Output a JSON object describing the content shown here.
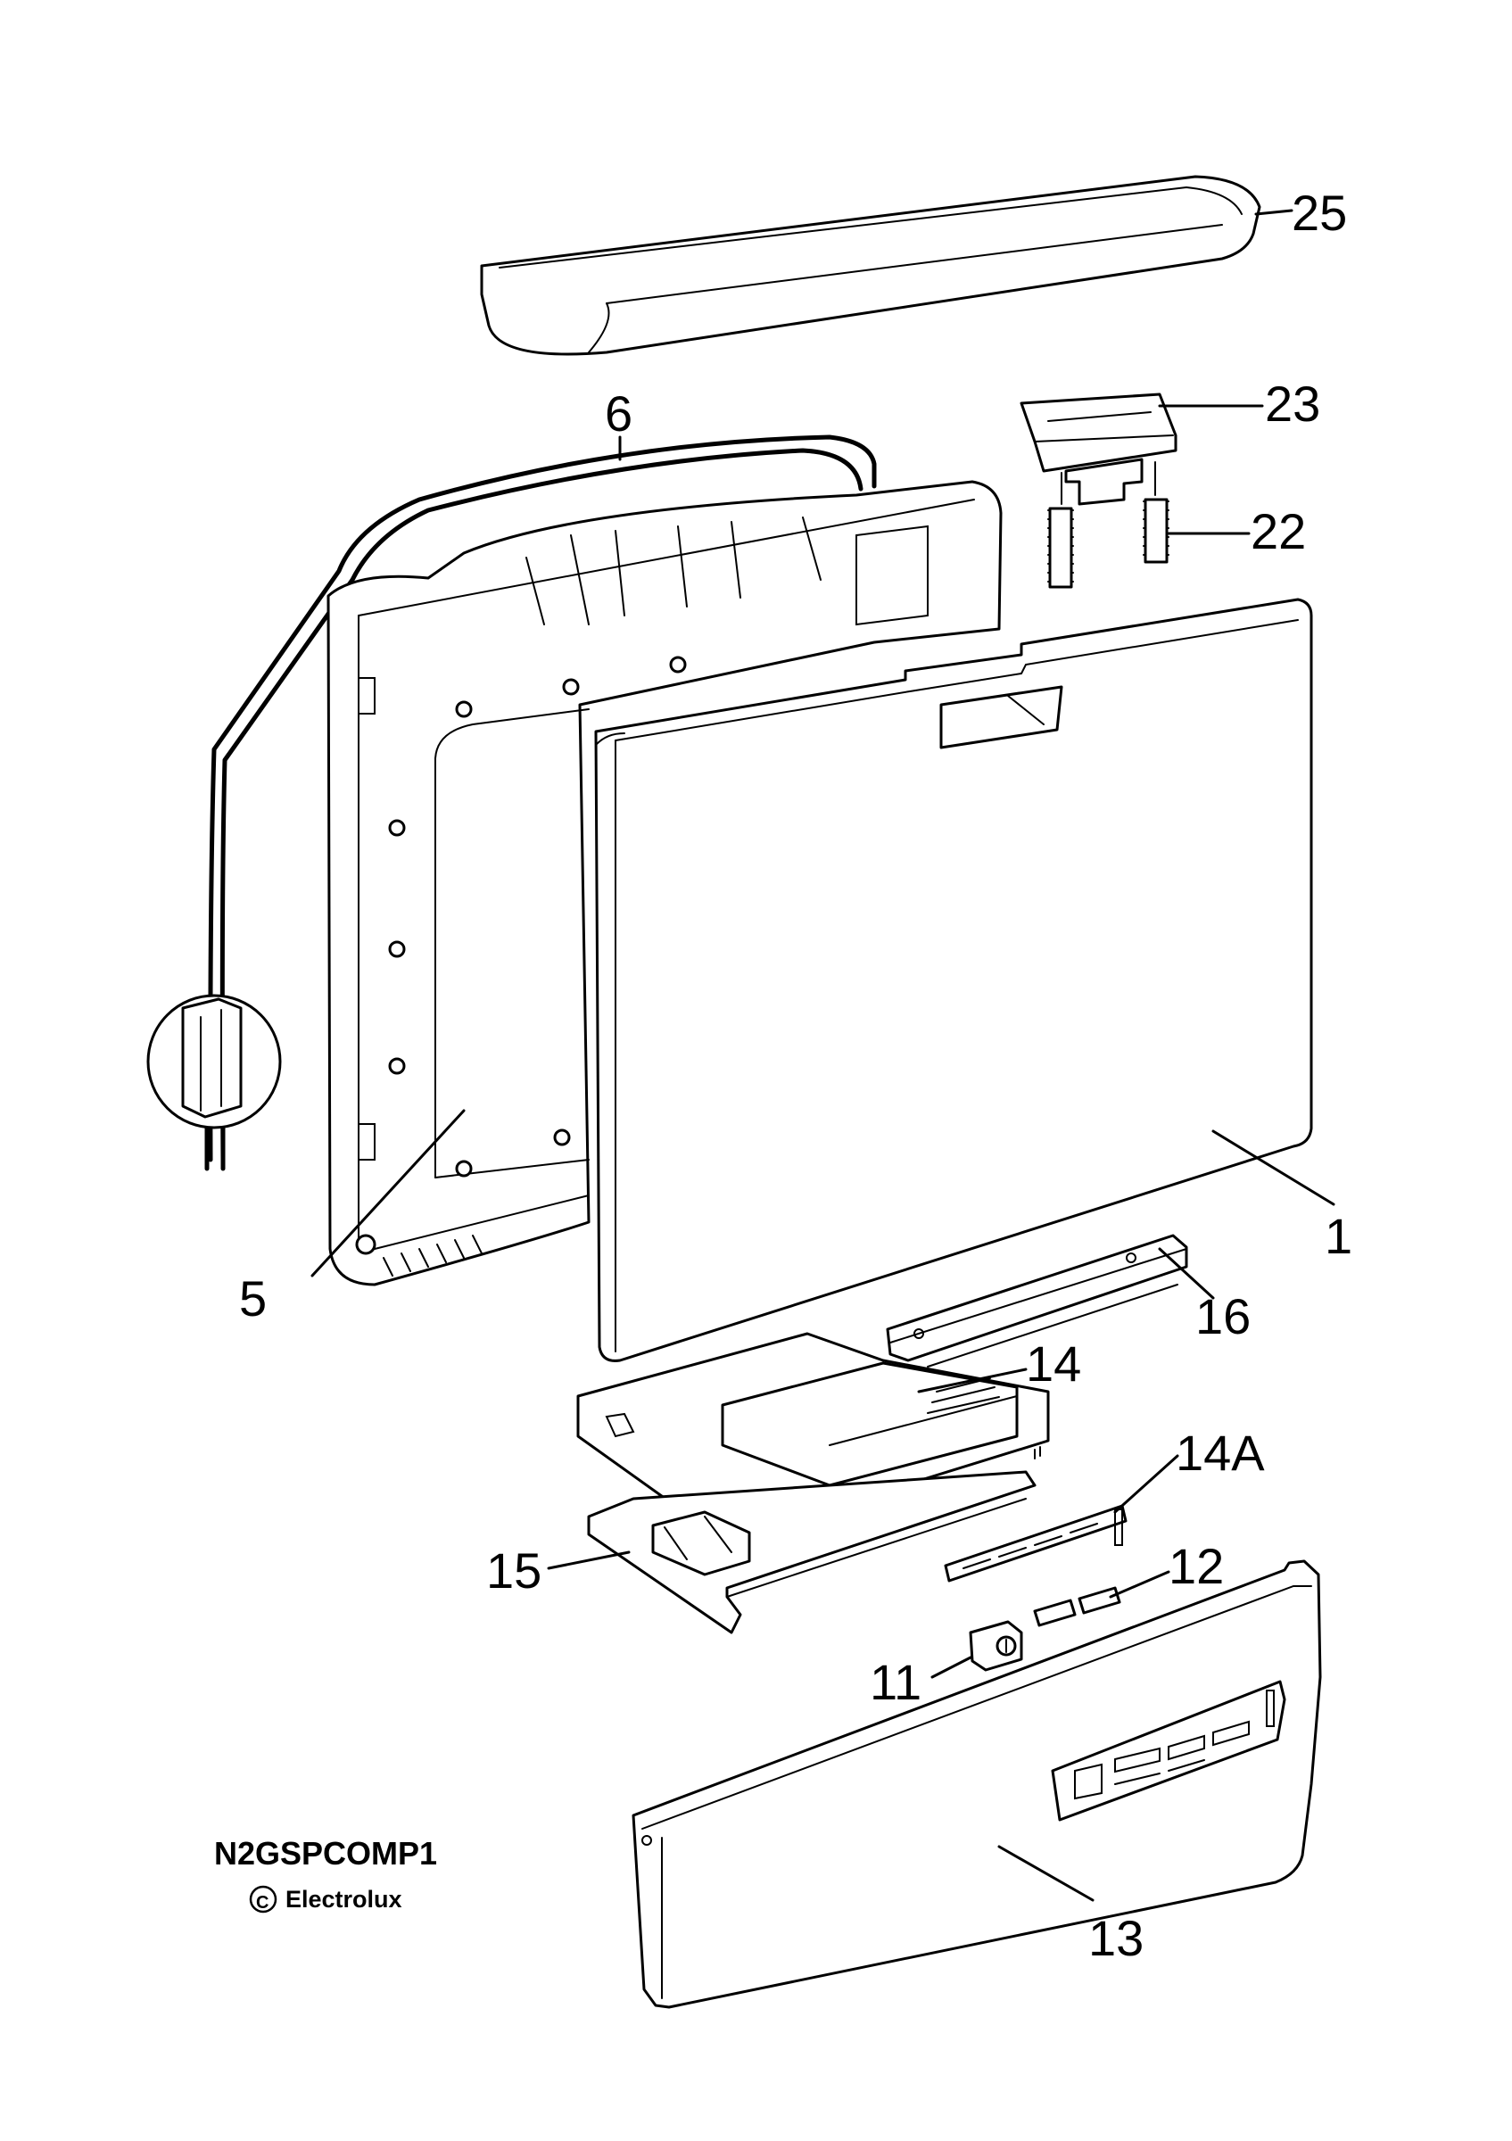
{
  "diagram": {
    "callouts": {
      "c25": "25",
      "c23": "23",
      "c22": "22",
      "c6": "6",
      "c1": "1",
      "c5": "5",
      "c16": "16",
      "c14": "14",
      "c14a": "14A",
      "c12": "12",
      "c15": "15",
      "c11": "11",
      "c13": "13"
    },
    "drawing_code": "N2GSPCOMP1",
    "copyright_symbol": "C",
    "copyright_owner": "Electrolux"
  }
}
